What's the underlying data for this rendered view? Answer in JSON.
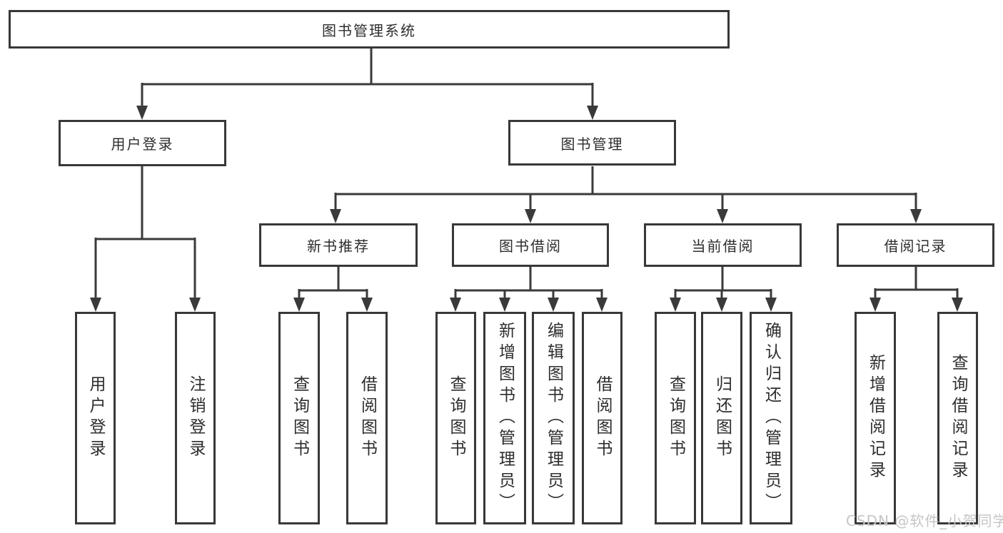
{
  "diagram": {
    "type": "tree",
    "colors": {
      "line": "#3a3a3a",
      "box_border": "#383838",
      "text": "#2d2d2d",
      "background": "#ffffff",
      "watermark": "#c5c5c5"
    },
    "tree": {
      "root": {
        "label": "图书管理系统",
        "children": [
          {
            "label": "用户登录",
            "children": [
              {
                "label": "用户登录"
              },
              {
                "label": "注销登录"
              }
            ]
          },
          {
            "label": "图书管理",
            "children": [
              {
                "label": "新书推荐",
                "children": [
                  {
                    "label": "查询图书"
                  },
                  {
                    "label": "借阅图书"
                  }
                ]
              },
              {
                "label": "图书借阅",
                "children": [
                  {
                    "label": "查询图书"
                  },
                  {
                    "label": "新增图书（管理员）"
                  },
                  {
                    "label": "编辑图书（管理员）"
                  },
                  {
                    "label": "借阅图书"
                  }
                ]
              },
              {
                "label": "当前借阅",
                "children": [
                  {
                    "label": "查询图书"
                  },
                  {
                    "label": "归还图书"
                  },
                  {
                    "label": "确认归还（管理员）"
                  }
                ]
              },
              {
                "label": "借阅记录",
                "children": [
                  {
                    "label": "新增借阅记录"
                  },
                  {
                    "label": "查询借阅记录"
                  }
                ]
              }
            ]
          }
        ]
      }
    },
    "watermark": {
      "text": "CSDN @软件_小贺同学"
    }
  }
}
